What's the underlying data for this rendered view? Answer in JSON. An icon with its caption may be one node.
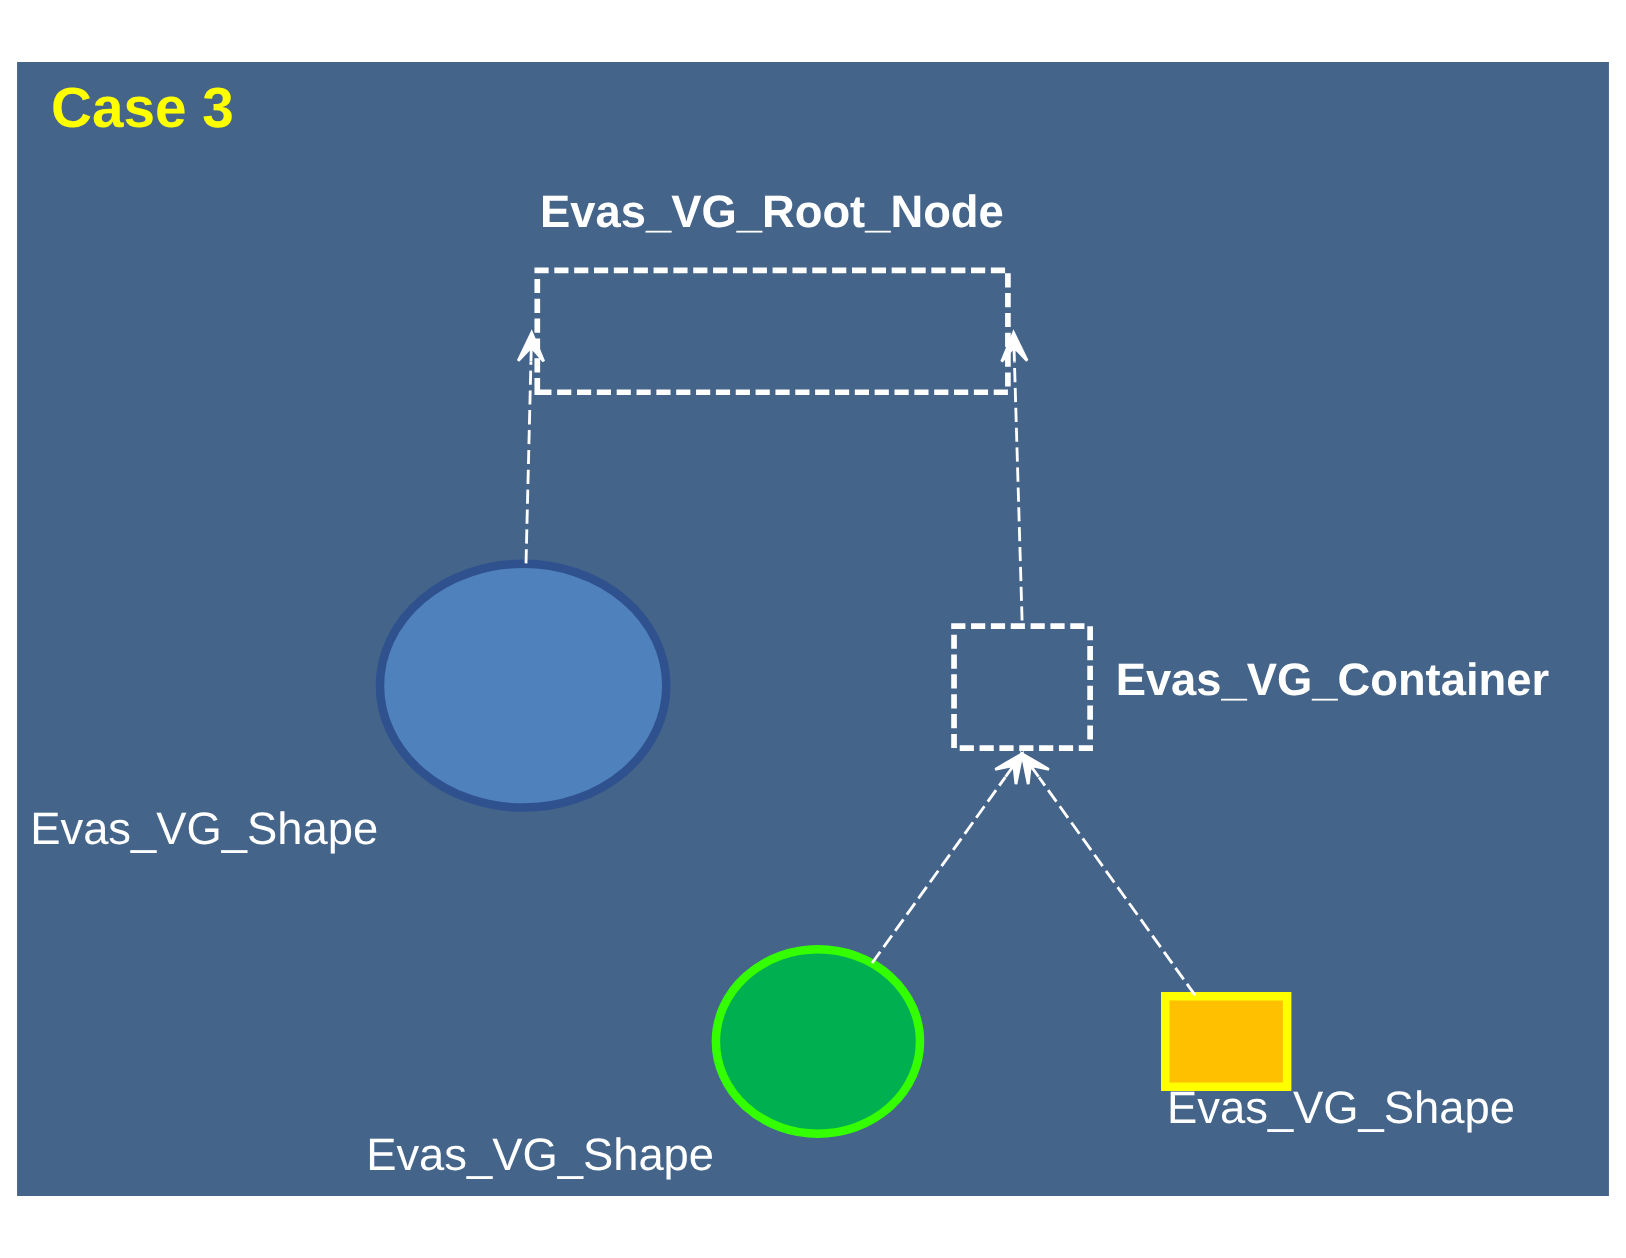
{
  "diagram": {
    "title": "Case 3",
    "nodes": [
      {
        "text": [
          "Evas_VG_Root_Node"
        ]
      },
      {
        "text": [
          "Evas_VG_Shape"
        ]
      },
      {
        "text": [
          "Evas_VG_Container"
        ]
      },
      {
        "text": [
          "Evas_VG_Shape"
        ]
      },
      {
        "text": [
          "Evas_VG_Shape"
        ]
      }
    ],
    "edges": [
      {
        "from": 1,
        "to": 0,
        "arrow": "to",
        "style": "dashed"
      },
      {
        "from": 2,
        "to": 0,
        "arrow": "to",
        "style": "dashed"
      },
      {
        "from": 3,
        "to": 2,
        "arrow": "to",
        "style": "dashed"
      },
      {
        "from": 4,
        "to": 2,
        "arrow": "to",
        "style": "dashed"
      }
    ]
  }
}
